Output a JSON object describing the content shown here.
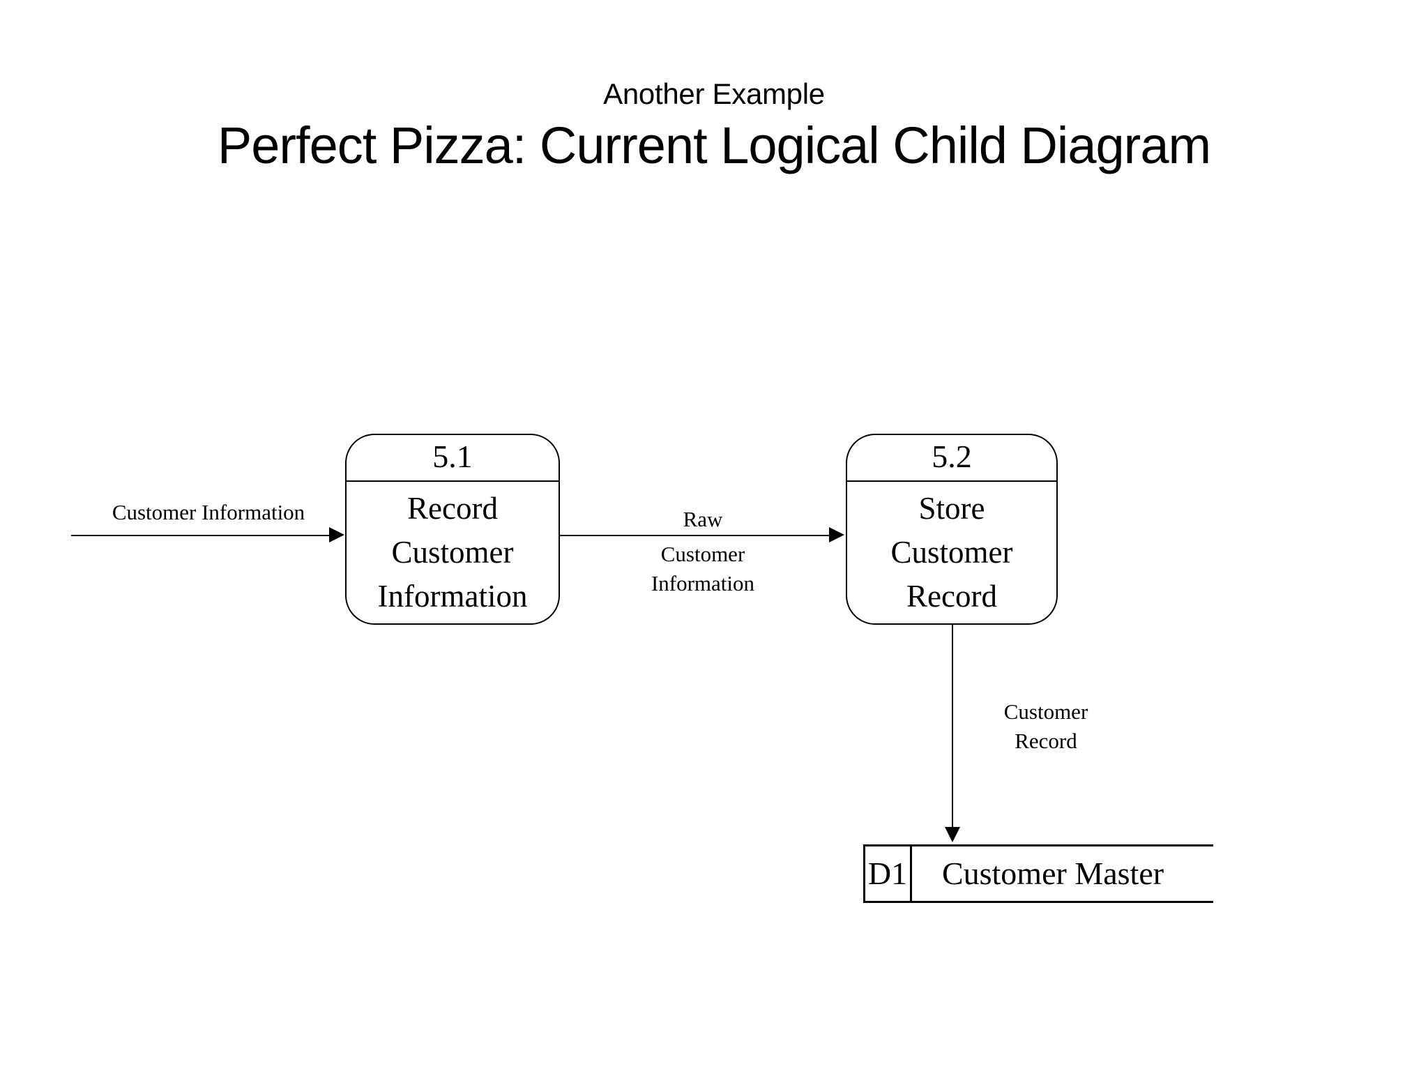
{
  "page": {
    "background": "#ffffff",
    "ink": "#000000",
    "subtitle": "Another Example",
    "title": "Perfect Pizza: Current Logical Child Diagram"
  },
  "diagram": {
    "type": "data-flow-diagram",
    "processes": [
      {
        "id": "5.1",
        "label_lines": [
          "Record",
          "Customer",
          "Information"
        ],
        "label_full": "Record Customer Information"
      },
      {
        "id": "5.2",
        "label_lines": [
          "Store",
          "Customer",
          "Record"
        ],
        "label_full": "Store Customer Record"
      }
    ],
    "data_stores": [
      {
        "id": "D1",
        "name": "Customer Master"
      }
    ],
    "flows": [
      {
        "name": "customer-information-input",
        "label_lines": [
          "Customer Information"
        ],
        "label_full": "Customer Information",
        "from": "external",
        "to": "5.1",
        "direction": "right"
      },
      {
        "name": "raw-customer-information",
        "label_above": "Raw",
        "label_below_lines": [
          "Customer",
          "Information"
        ],
        "label_full": "Raw Customer Information",
        "from": "5.1",
        "to": "5.2",
        "direction": "right"
      },
      {
        "name": "customer-record",
        "label_lines": [
          "Customer",
          "Record"
        ],
        "label_full": "Customer Record",
        "from": "5.2",
        "to": "D1",
        "direction": "down"
      }
    ]
  }
}
